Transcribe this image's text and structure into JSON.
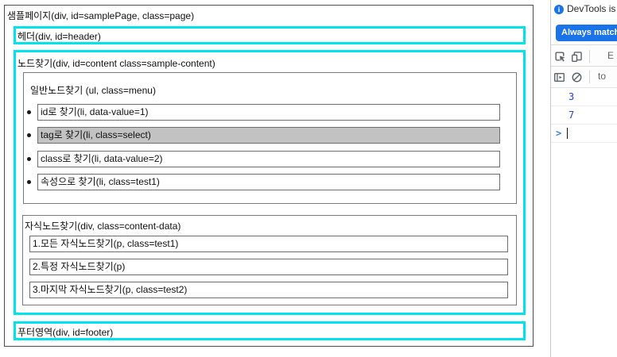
{
  "page": {
    "root_label": "샘플페이지(div, id=samplePage, class=page)",
    "header_label": "헤더(div, id=header)",
    "content_label": "노드찾기(div, id=content class=sample-content)",
    "menu": {
      "title": "일반노드찾기 (ul, class=menu)",
      "items": [
        {
          "label": "id로 찾기(li, data-value=1)",
          "selected": false
        },
        {
          "label": "tag로 찾기(li, class=select)",
          "selected": true
        },
        {
          "label": "class로 찾기(li, data-value=2)",
          "selected": false
        },
        {
          "label": "속성으로 찾기(li, class=test1)",
          "selected": false
        }
      ]
    },
    "content_data": {
      "title": "자식노드찾기(div, class=content-data)",
      "items": [
        "1.모든 자식노드찾기(p, class=test1)",
        "2.특정 자식노드찾기(p)",
        "3.마지막 자식노드찾기(p, class=test2)"
      ]
    },
    "footer_label": "푸터영역(div, id=footer)"
  },
  "devtools": {
    "notice_icon": "info-icon",
    "notice_text": "DevTools is",
    "button_label": "Always match",
    "toolbar_icons": [
      "inspect-icon",
      "device-toolbar-icon"
    ],
    "tab_text_visible": "E",
    "console_toolbar_icons": [
      "console-sidebar-icon",
      "clear-console-icon"
    ],
    "context_selector_visible": "to",
    "console_entries": [
      "3",
      "7"
    ],
    "prompt_char": ">"
  },
  "colors": {
    "highlight_border": "#00e3ef",
    "selected_item_bg": "#c2c2c2",
    "devtools_accent": "#1a73e8",
    "console_number": "#2b3fc5",
    "icon_gray": "#5f6368"
  }
}
